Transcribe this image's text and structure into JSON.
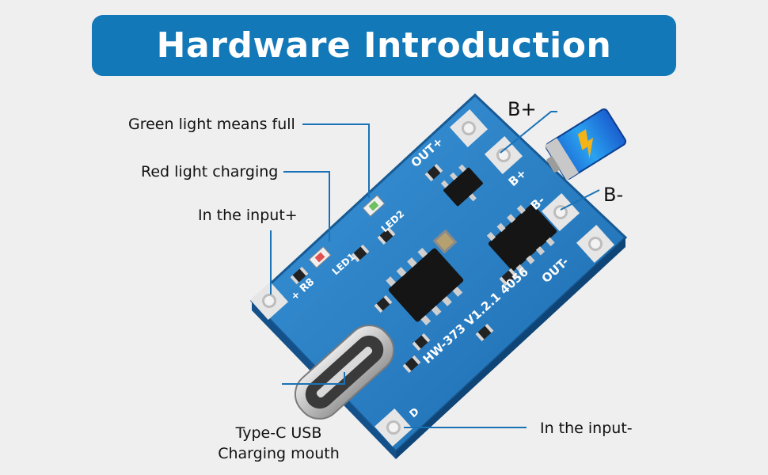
{
  "title": "Hardware Introduction",
  "callouts": {
    "green_light": "Green light means full",
    "red_light": "Red light charging",
    "input_plus": "In the input+",
    "type_c_line1": "Type-C USB",
    "type_c_line2": "Charging mouth",
    "input_minus": "In the input-",
    "b_plus": "B+",
    "b_minus": "B-"
  },
  "board_silkscreen": {
    "model": "HW-373 V1.2.1 4056",
    "out_plus": "OUT+",
    "out_minus": "OUT-",
    "b_plus": "B+",
    "b_minus": "B-",
    "r8": "+ R8",
    "led1": "LED1",
    "led2": "LED2",
    "d": "D"
  },
  "colors": {
    "banner": "#1278b8",
    "pcb": "#2a7fc4",
    "background": "#efefef"
  }
}
